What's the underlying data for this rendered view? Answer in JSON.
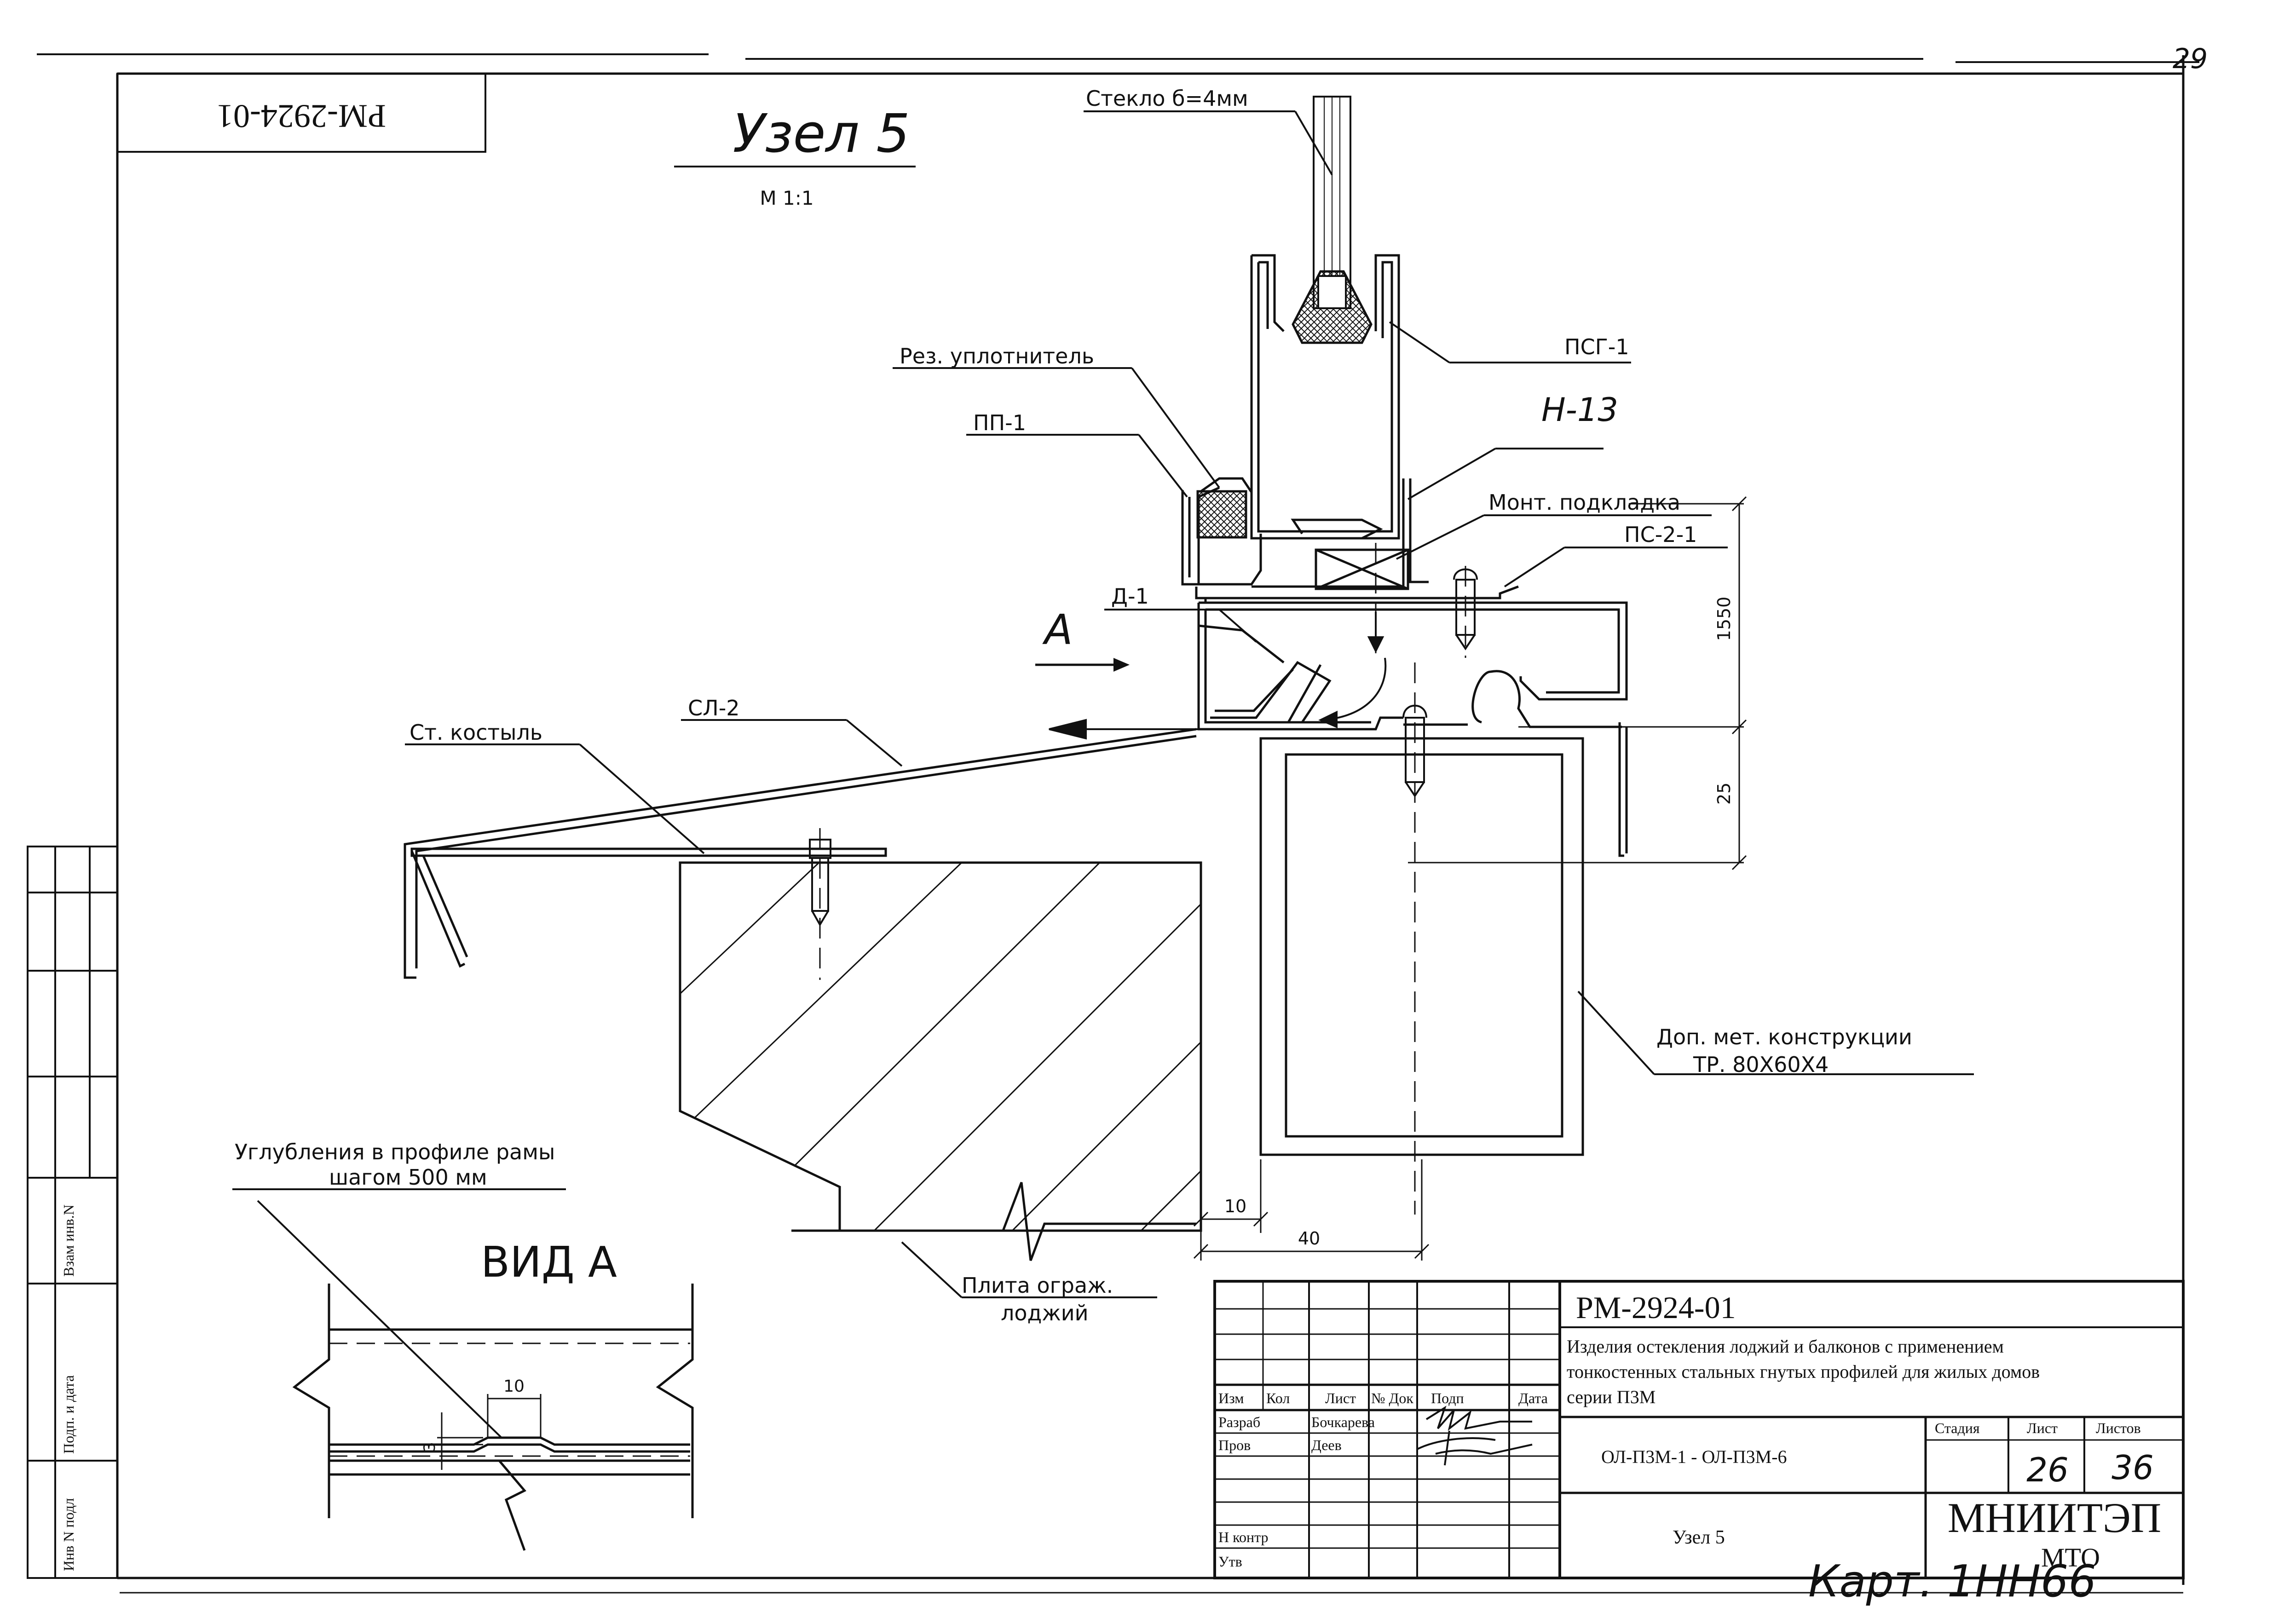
{
  "page_number": "29",
  "stamp_code_rotated": "РМ-2924-01",
  "detail": {
    "title": "Узел 5",
    "scale": "М 1:1"
  },
  "labels": {
    "glass": "Стекло б=4мм",
    "psg": "ПСГ-1",
    "rubber_seal": "Рез. уплотнитель",
    "pp": "ПП-1",
    "n13": "Н-13",
    "mount_pad": "Монт. подкладка",
    "ps2": "ПС-2-1",
    "d1": "Д-1",
    "view_marker": "А",
    "sl2": "СЛ-2",
    "steel_bracket": "Ст. костыль",
    "extra_structure_line1": "Доп. мет. конструкции",
    "extra_structure_line2": "ТР. 80Х60Х4",
    "slab_line1": "Плита ограж.",
    "slab_line2": "лоджий",
    "recess_line1": "Углубления в профиле рамы",
    "recess_line2": "шагом 500 мм",
    "view_title": "ВИД А"
  },
  "dimensions": {
    "d1550": "1550",
    "d25": "25",
    "d10": "10",
    "d40": "40",
    "view_d10": "10",
    "view_d3": "3"
  },
  "left_strip": {
    "inv_zam": "Взам инв.N",
    "sign_date": "Подп. и дата",
    "inv_podl": "Инв N подл"
  },
  "title_block": {
    "doc_code": "РМ-2924-01",
    "desc_line1": "Изделия остекления лоджий и балконов с применением",
    "desc_line2": "тонкостенных стальных гнутых профилей для жилых домов",
    "desc_line3": "серии П3М",
    "columns": [
      "Изм",
      "Кол",
      "Лист",
      "№ Док",
      "Подп",
      "Дата"
    ],
    "rows": [
      {
        "role": "Разраб",
        "name": "Бочкарева"
      },
      {
        "role": "Пров",
        "name": "Деев"
      },
      {
        "role": "",
        "name": ""
      },
      {
        "role": "",
        "name": ""
      },
      {
        "role": "Н контр",
        "name": ""
      },
      {
        "role": "Утв",
        "name": ""
      }
    ],
    "series": "ОЛ-П3М-1 - ОЛ-П3М-6",
    "stage_label": "Стадия",
    "sheet_label": "Лист",
    "sheets_label": "Листов",
    "stage_value": "",
    "sheet_value": "26",
    "sheets_value": "36",
    "sheet_name": "Узел 5",
    "org_name": "МНИИТЭП",
    "org_dept": "МТО"
  },
  "handwritten_note": "Карт. 1НН66"
}
